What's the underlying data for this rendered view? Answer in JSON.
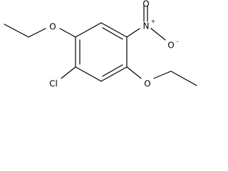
{
  "molecule": {
    "atoms": {
      "o_top": "O",
      "o_bottom": "O",
      "n_nitro": "N",
      "n_charge": "+",
      "o_nitro": "O",
      "o_charge": "-",
      "cl": "Cl"
    },
    "colors": {
      "stroke": "#000000",
      "text": "#000000",
      "background": "#ffffff"
    }
  }
}
